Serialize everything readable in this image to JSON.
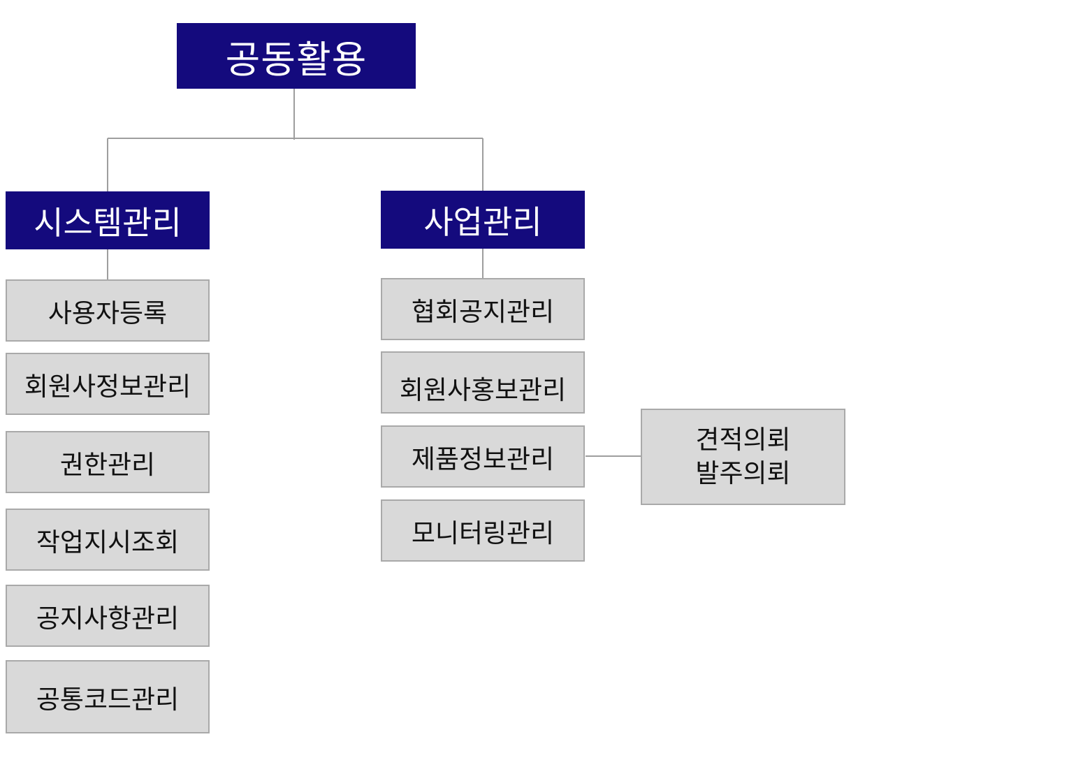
{
  "root": {
    "label": "공동활용"
  },
  "groups": [
    {
      "label": "시스템관리",
      "items": [
        "사용자등록",
        "회원사정보관리",
        "권한관리",
        "작업지시조회",
        "공지사항관리",
        "공통코드관리"
      ]
    },
    {
      "label": "사업관리",
      "items": [
        "협회공지관리",
        "회원사홍보관리",
        "제품정보관리",
        "모니터링관리"
      ]
    }
  ],
  "sub_node": {
    "lines": [
      "견적의뢰",
      "발주의뢰"
    ]
  },
  "colors": {
    "header_fill": "#140a7d",
    "item_fill": "#d9d9d9",
    "item_border": "#a9a9a9",
    "connector": "#9e9e9e"
  }
}
